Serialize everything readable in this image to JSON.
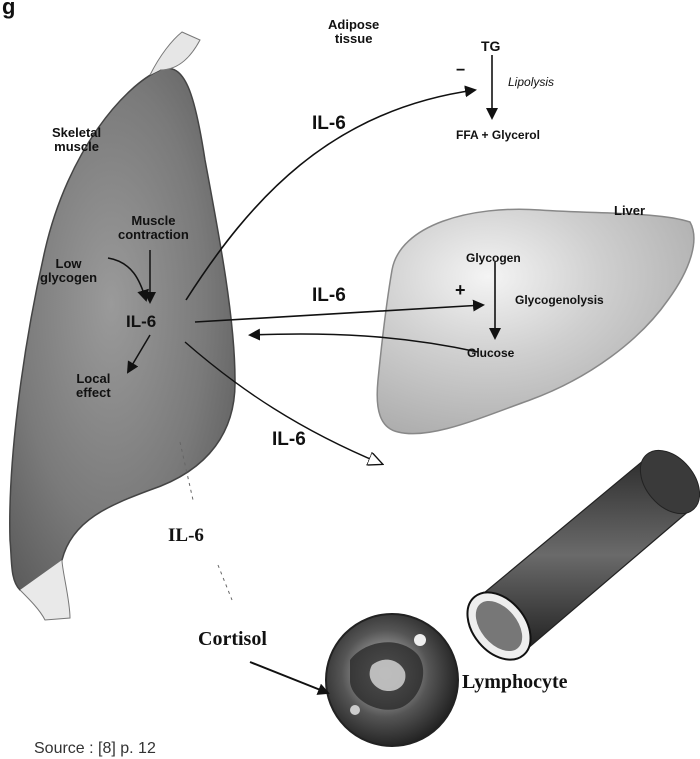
{
  "header": {
    "partial_text": "g"
  },
  "labels": {
    "adipose": "Adipose\ntissue",
    "tg": "TG",
    "lipolysis": "Lipolysis",
    "ffa_glycerol": "FFA + Glycerol",
    "skeletal_muscle": "Skeletal\nmuscle",
    "muscle_contraction": "Muscle\ncontraction",
    "low_glycogen": "Low\nglycogen",
    "il6_center": "IL-6",
    "local_effect": "Local\neffect",
    "liver": "Liver",
    "glycogen": "Glycogen",
    "glycogenolysis": "Glycogenolysis",
    "glucose": "Glucose",
    "plus_sign": "+",
    "minus_sign": "−",
    "il6_adipose": "IL-6",
    "il6_liver": "IL-6",
    "il6_vessel": "IL-6",
    "il6_lymph": "IL-6",
    "cortisol": "Cortisol",
    "lymphocyte": "Lymphocyte",
    "source": "Source : [8] p. 12"
  },
  "colors": {
    "muscle": "#7a7a7a",
    "liver": "#c9c9c9",
    "vessel": "#4a4a4a",
    "ink": "#111111"
  },
  "icons": [
    "muscle-illustration",
    "liver-illustration",
    "blood-vessel-illustration",
    "lymphocyte-illustration"
  ]
}
